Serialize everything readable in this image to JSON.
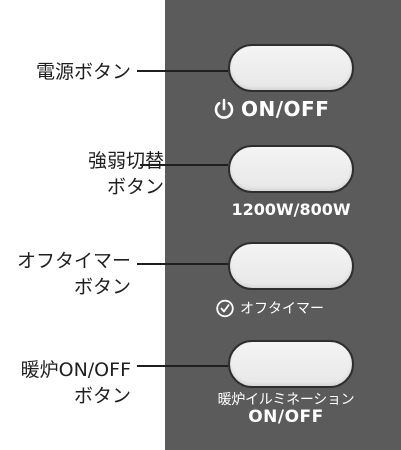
{
  "buttons": [
    {
      "label_lines": [
        "電源ボタン"
      ],
      "panel_label": "ON/OFF",
      "icon": "power-icon"
    },
    {
      "label_lines": [
        "強弱切替",
        "ボタン"
      ],
      "panel_label": "1200W/800W"
    },
    {
      "label_lines": [
        "オフタイマー",
        "ボタン"
      ],
      "panel_label": "オフタイマー",
      "icon": "clock-icon"
    },
    {
      "label_lines": [
        "暖炉ON/OFF",
        "ボタン"
      ],
      "panel_label_lines": [
        "暖炉イルミネーション",
        "ON/OFF"
      ]
    }
  ],
  "colors": {
    "panel": "#5b5b5b",
    "button_face": "#efefef",
    "panel_text": "#ffffff",
    "label_text": "#1f1f1f"
  }
}
